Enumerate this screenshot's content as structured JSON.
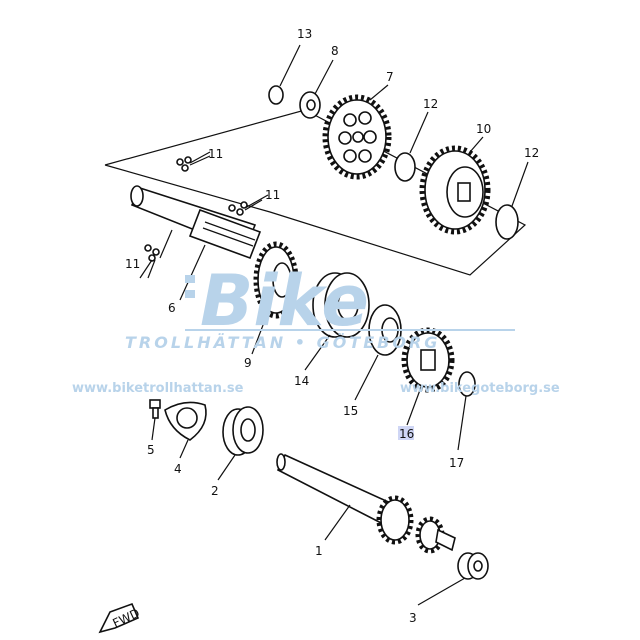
{
  "diagram": {
    "labels": {
      "p1": "1",
      "p2": "2",
      "p3": "3",
      "p4": "4",
      "p5": "5",
      "p6": "6",
      "p7": "7",
      "p8": "8",
      "p9": "9",
      "p10": "10",
      "p11a": "11",
      "p11b": "11",
      "p11c": "11",
      "p12a": "12",
      "p12b": "12",
      "p13": "13",
      "p14": "14",
      "p15": "15",
      "p16": "16",
      "p17": "17"
    },
    "fwd": "FWD",
    "highlighted_part": "16",
    "highlight_color": "#cfd6f5"
  },
  "watermark": {
    "brand": "Bike",
    "tagline": "TROLLHÄTTAN • GÖTEBORG",
    "url_left": "www.biketrollhattan.se",
    "url_right": "www.bikegoteborg.se",
    "color": "#b8d3ea"
  }
}
